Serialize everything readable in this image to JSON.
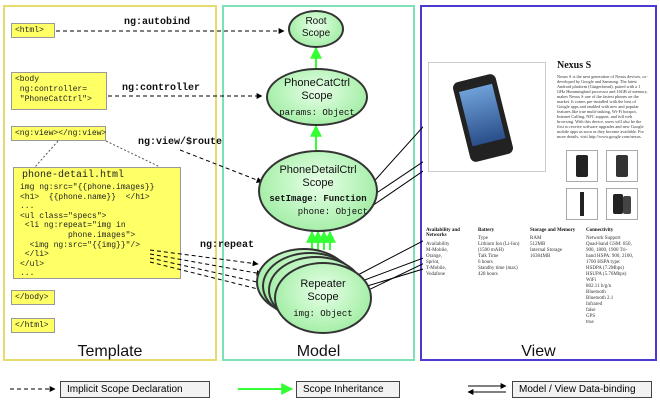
{
  "template": {
    "title": "Template",
    "html_open": "<html>",
    "body_open": "<body\n ng:controller=\n \"PhoneCatCtrl\">",
    "ngview": "<ng:view></ng:view>",
    "file_name": "phone-detail.html",
    "file_code": "img ng:src=\"{{phone.images}}\n<h1>  {{phone.name}}  </h1>\n...\n<ul class=\"specs\">\n <li ng:repeat=\"img in\n          phone.images\">\n  <img ng:src=\"{{img}}\"/>\n </li>\n</ul>\n...",
    "body_close": "</body>",
    "html_close": "</html>"
  },
  "model": {
    "title": "Model",
    "root": {
      "line1": "Root",
      "line2": "Scope"
    },
    "phonecat": {
      "line1": "PhoneCatCtrl",
      "line2": "Scope",
      "prop": "params: Object"
    },
    "phonedetail": {
      "line1": "PhoneDetailCtrl",
      "line2": "Scope",
      "prop1": "setImage: Function",
      "prop2": "phone: Object"
    },
    "repeater": {
      "line1": "Repeater",
      "line2": "Scope",
      "prop": "img: Object"
    }
  },
  "arrows": {
    "autobind": "ng:autobind",
    "controller": "ng:controller",
    "view_route": "ng:view/$route",
    "repeat": "ng:repeat"
  },
  "view": {
    "title": "View",
    "phone_name": "Nexus S",
    "description": "Nexus S is the next generation of Nexus devices, co-developed by Google and Samsung. The latest Android platform (Gingerbread), paired with a 1 GHz Hummingbird processor and 16GB of memory, makes Nexus S one of the fastest phones on the market. It comes pre-installed with the best of Google apps and enabled with new and popular features like true multi-tasking, Wi-Fi hotspot, Internet Calling, NFC support, and full web browsing. With this device, users will also be the first to receive software upgrades and new Google mobile apps as soon as they become available. For more details, visit http://www.google.com/nexus.",
    "specs": [
      {
        "head": "Availability and Networks",
        "body": "Availability\nM-Mobile,\nOrange,\nSprint,\nT-Mobile,\nVodafone"
      },
      {
        "head": "Battery",
        "body": "Type\nLithium Ion (Li-Ion)\n(1500 mAH)\nTalk Time\n6 hours\nStandby time (max)\n428 hours"
      },
      {
        "head": "Storage and Memory",
        "body": "RAM\n512MB\nInternal Storage\n16384MB"
      },
      {
        "head": "Connectivity",
        "body": "Network Support\nQuad-band GSM: 850,\n900, 1800, 1900 Tri-\nband HSPA: 900, 2100,\n1700 HSPA type:\nHSDPA (7.2Mbps)\nHSUPA (5.76Mbps)\nWiFi\n802.11 b/g/n\nBluetooth\nBluetooth 2.1\nInfrared\nfalse\nGPS\ntrue"
      }
    ]
  },
  "legend": {
    "implicit": "Implicit Scope Declaration",
    "inheritance": "Scope Inheritance",
    "databinding": "Model / View Data-binding"
  },
  "colors": {
    "template_border": "#e6dc6e",
    "model_border": "#7de0b6",
    "view_border": "#4a3ad0",
    "code_box": "#ffff66",
    "inheritance_arrow": "#33ff33"
  }
}
